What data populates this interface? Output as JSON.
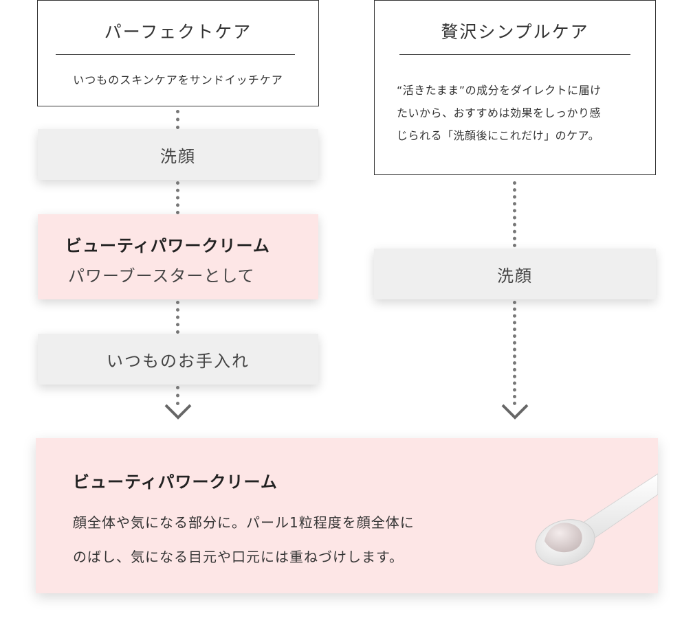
{
  "left": {
    "title": "パーフェクトケア",
    "subtitle": "いつものスキンケアをサンドイッチケア",
    "step1": "洗顔",
    "step2_title": "ビューティパワークリーム",
    "step2_sub": "パワーブースターとして",
    "step3": "いつものお手入れ"
  },
  "right": {
    "title": "贅沢シンプルケア",
    "description": [
      "“活きたまま”の成分をダイレクトに届け",
      "たいから、おすすめは効果をしっかり感",
      "じられる「洗顔後にこれだけ」のケア。"
    ],
    "step1": "洗顔"
  },
  "final": {
    "title": "ビューティパワークリーム",
    "body_lines": [
      "顔全体や気になる部分に。パール1粒程度を顔全体に",
      "のばし、気になる目元や口元には重ねづけします。"
    ]
  },
  "colors": {
    "pink": "#fde6e6",
    "gray": "#efefef",
    "dots": "#777777"
  }
}
